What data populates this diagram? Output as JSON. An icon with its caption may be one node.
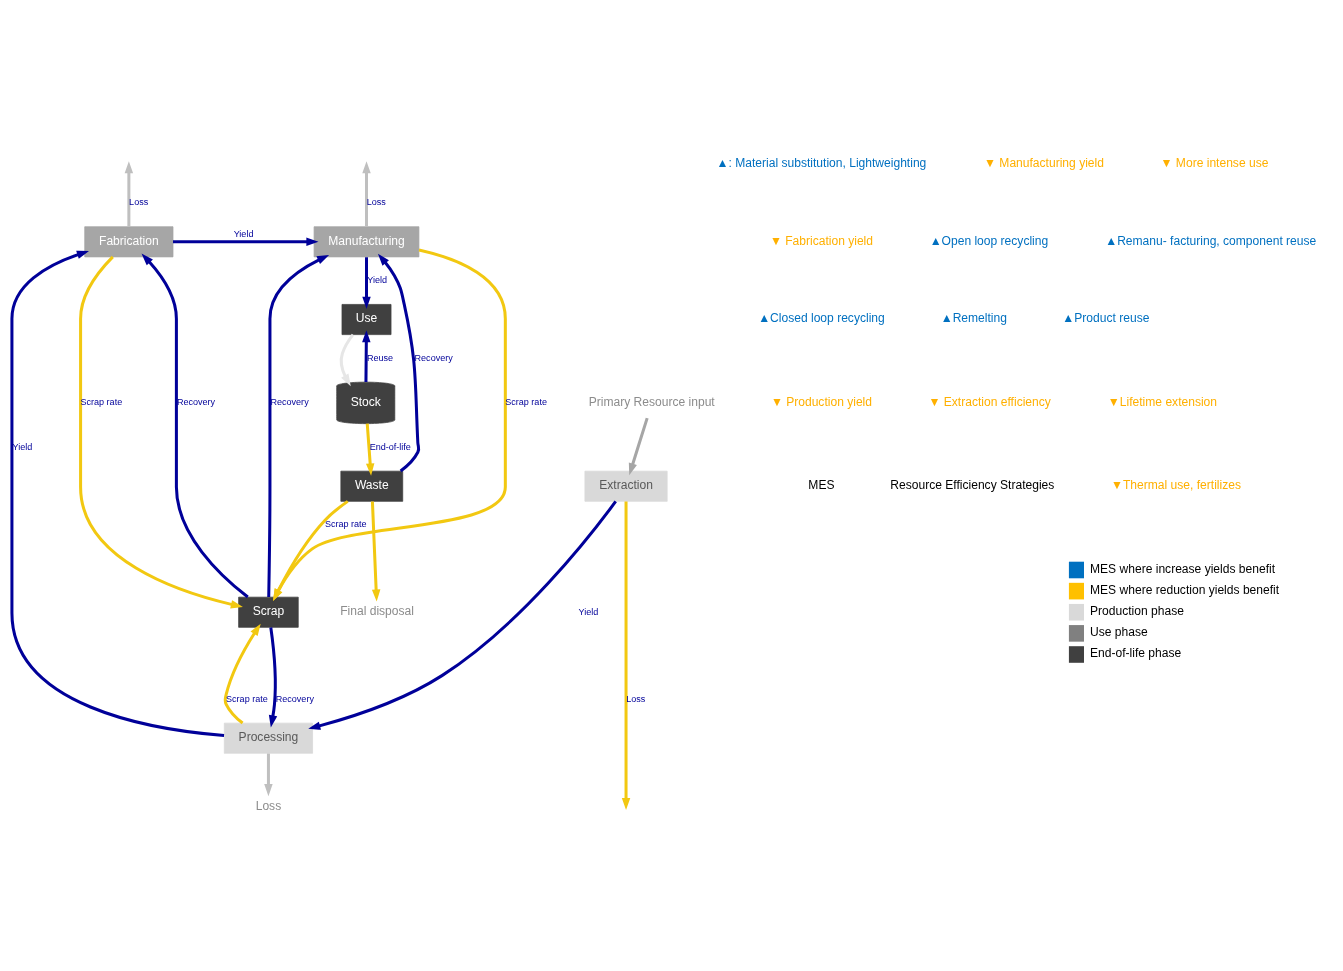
{
  "diagram": {
    "nodes": [
      {
        "text": [
          "Fabrication"
        ]
      },
      {
        "text": [
          "Manufacturing"
        ]
      },
      {
        "text": [
          "Processing"
        ]
      },
      {
        "text": [
          "Scrap"
        ]
      },
      {
        "text": [
          "Use"
        ]
      },
      {
        "text": [
          "Stock"
        ]
      },
      {
        "text": [
          "Extraction"
        ]
      },
      {
        "text": [
          "Waste"
        ]
      },
      {
        "text": [
          "Loss"
        ]
      },
      {
        "text": [
          "Primary Resource input"
        ]
      },
      {
        "text": [
          "Final disposal"
        ]
      }
    ],
    "edges": [
      {
        "from": 6,
        "to": 2,
        "arrow": "to",
        "label": "Yield"
      },
      {
        "from": 2,
        "to": 0,
        "arrow": "to",
        "label": "Yield"
      },
      {
        "from": 0,
        "to": 1,
        "arrow": "to",
        "label": "Yield"
      },
      {
        "from": 1,
        "to": 4,
        "arrow": "to",
        "label": "Yield"
      },
      {
        "from": 4,
        "to": 5,
        "arrow": "to",
        "color": "#e6e6e6"
      },
      {
        "from": 5,
        "to": 4,
        "arrow": "to",
        "label": "Reuse"
      },
      {
        "from": 5,
        "to": 7,
        "arrow": "to",
        "label": "End-of-life",
        "color": "#f2c811"
      },
      {
        "from": 7,
        "to": 10,
        "arrow": "to",
        "color": "#f2c811"
      },
      {
        "from": 7,
        "to": 1,
        "arrow": "to",
        "label": "Recovery"
      },
      {
        "from": 7,
        "to": 3,
        "arrow": "to",
        "label": "Scrap rate",
        "color": "#f2c811"
      },
      {
        "from": 3,
        "to": 2,
        "arrow": "to",
        "label": "Recovery"
      },
      {
        "from": 2,
        "to": 3,
        "arrow": "to",
        "label": "Scrap rate",
        "color": "#f2c811"
      },
      {
        "from": 0,
        "to": 3,
        "arrow": "to",
        "label": "Scrap rate",
        "color": "#f2c811"
      },
      {
        "from": 3,
        "to": 0,
        "arrow": "to",
        "label": "Recovery"
      },
      {
        "from": 1,
        "to": 3,
        "arrow": "to",
        "label": "Scrap rate",
        "color": "#f2c811"
      },
      {
        "from": 3,
        "to": 1,
        "arrow": "to",
        "label": "Recovery"
      },
      {
        "from": 2,
        "to": 8,
        "arrow": "to",
        "color": "#bfbfbf"
      },
      {
        "from": 9,
        "to": 6,
        "arrow": "to",
        "color": "#a6a6a6"
      },
      {
        "from": 0,
        "to": null,
        "arrow": "to",
        "label": "Loss",
        "color": "#bfbfbf"
      },
      {
        "from": 1,
        "to": null,
        "arrow": "to",
        "label": "Loss",
        "color": "#bfbfbf"
      },
      {
        "from": 6,
        "to": null,
        "arrow": "to",
        "label": "Loss",
        "color": "#f2c811"
      }
    ],
    "labels": [
      "▲: Material substitution, Lightweighting",
      "▼ Manufacturing yield",
      "▼ More intense use",
      "▼ Fabrication yield",
      "▲Open loop recycling",
      "▲Remanu- facturing, component reuse",
      "▲Closed loop recycling",
      "▲Remelting",
      "▲Product reuse",
      "▼ Production yield",
      "▼ Extraction efficiency",
      "▼Lifetime extension",
      "MES",
      "Resource Efficiency Strategies",
      "▼Thermal use, fertilizes"
    ],
    "legend": [
      {
        "text": "MES where increase yields benefit",
        "color": "#0070c0"
      },
      {
        "text": "MES where reduction yields benefit",
        "color": "#ffc000"
      },
      {
        "text": "Production phase",
        "color": "#d9d9d9"
      },
      {
        "text": "Use phase",
        "color": "#808080"
      },
      {
        "text": "End-of-life phase",
        "color": "#404040"
      }
    ]
  }
}
